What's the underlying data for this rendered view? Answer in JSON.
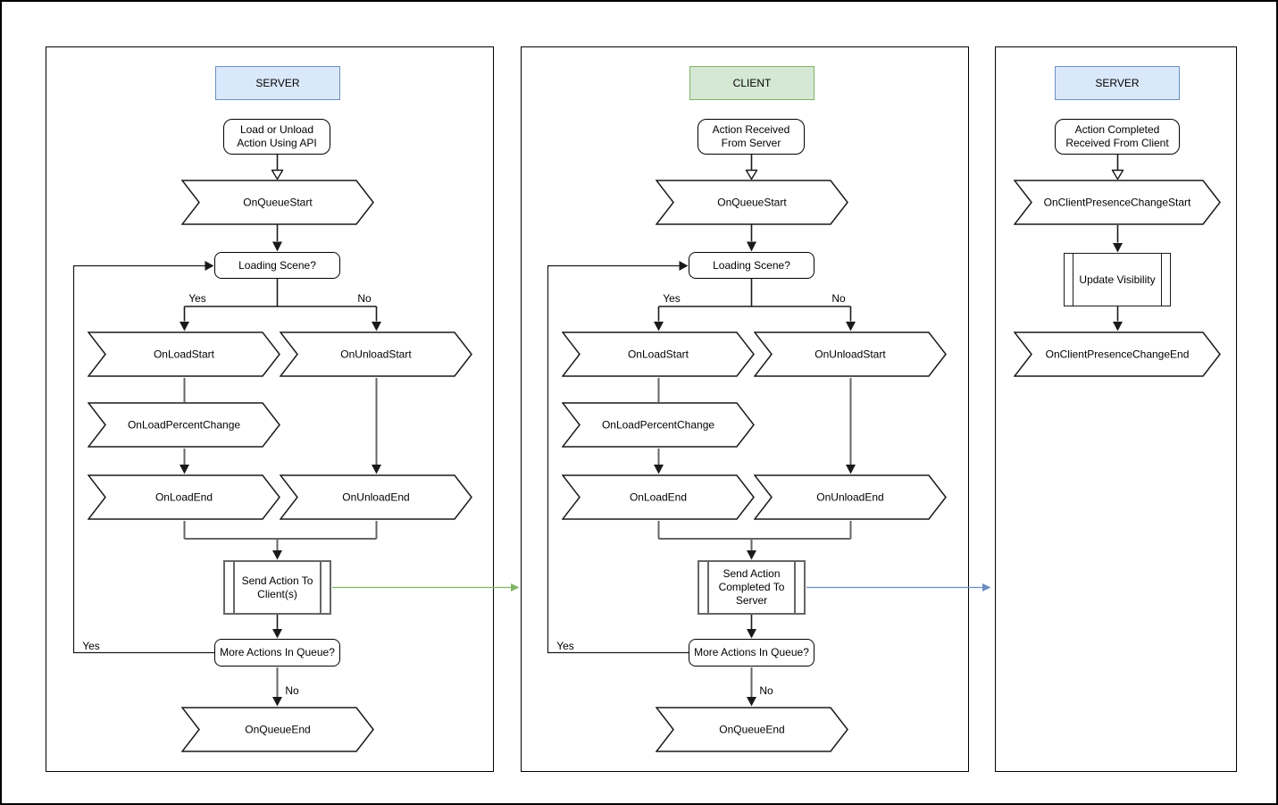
{
  "colors": {
    "server_header_fill": "#dae8fc",
    "server_header_stroke": "#6c8ebf",
    "client_header_fill": "#d5e8d4",
    "client_header_stroke": "#82b366",
    "to_client_arrow": "#82b366",
    "to_server_arrow": "#6c8ebf",
    "shape_stroke": "#000000"
  },
  "server_panel": {
    "title": "SERVER",
    "start": "Load or Unload\nAction Using API",
    "on_queue_start": "OnQueueStart",
    "loading_scene": "Loading Scene?",
    "yes_label": "Yes",
    "no_label": "No",
    "on_load_start": "OnLoadStart",
    "on_unload_start": "OnUnloadStart",
    "on_load_percent_change": "OnLoadPercentChange",
    "on_load_end": "OnLoadEnd",
    "on_unload_end": "OnUnloadEnd",
    "send_action": "Send Action To\nClient(s)",
    "more_actions": "More Actions In Queue?",
    "loop_yes_label": "Yes",
    "queue_no_label": "No",
    "on_queue_end": "OnQueueEnd"
  },
  "client_panel": {
    "title": "CLIENT",
    "start": "Action Received\nFrom Server",
    "on_queue_start": "OnQueueStart",
    "loading_scene": "Loading Scene?",
    "yes_label": "Yes",
    "no_label": "No",
    "on_load_start": "OnLoadStart",
    "on_unload_start": "OnUnloadStart",
    "on_load_percent_change": "OnLoadPercentChange",
    "on_load_end": "OnLoadEnd",
    "on_unload_end": "OnUnloadEnd",
    "send_action": "Send Action\nCompleted To\nServer",
    "more_actions": "More Actions In Queue?",
    "loop_yes_label": "Yes",
    "queue_no_label": "No",
    "on_queue_end": "OnQueueEnd"
  },
  "server_panel_2": {
    "title": "SERVER",
    "start": "Action Completed\nReceived From Client",
    "on_client_presence_change_start": "OnClientPresenceChangeStart",
    "update_visibility": "Update Visibility",
    "on_client_presence_change_end": "OnClientPresenceChangeEnd"
  }
}
